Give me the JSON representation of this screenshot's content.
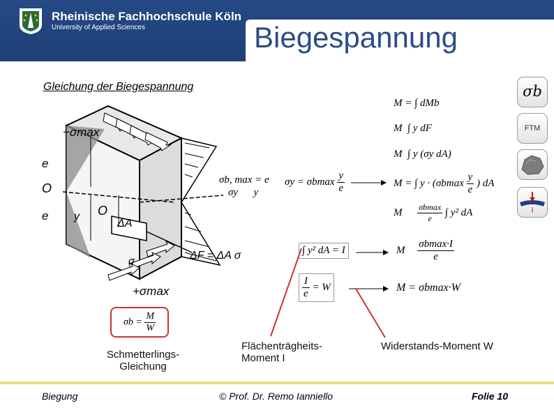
{
  "header": {
    "university": "Rheinische Fachhochschule Köln",
    "university_sub": "University of Applied Sciences",
    "title": "Biegespannung"
  },
  "section_heading": "Gleichung der Biegespannung",
  "side_nav": {
    "sigma_button": "σb",
    "ftm_button": "FTM"
  },
  "figure_labels": {
    "sigma_max_top": "−σmax",
    "sigma_max_bottom": "+σmax",
    "e_upper": "e",
    "O_left": "O",
    "e_lower": "e",
    "y_label": "y",
    "O_center": "O",
    "dA": "ΔA",
    "dF": "ΔF = ΔA σ",
    "sigma_small": "σ"
  },
  "equations": {
    "ratio_lhs": "σb, max = e",
    "ratio_rhs": "σy      y",
    "sigma_y": "σy = σbmax",
    "sigma_y_frac_n": "y",
    "sigma_y_frac_d": "e",
    "m1": "M = ∫ dMb",
    "m2": "M  ∫ y dF",
    "m3": "M  ∫ y (σy dA)",
    "m4_a": "M = ∫ y · (σbmax",
    "m4_frac_n": "y",
    "m4_frac_d": "e",
    "m4_b": ") dA",
    "m5_lhs": "M",
    "m5_frac_n": "σbmax",
    "m5_frac_d": "e",
    "m5_int": "∫ y² dA",
    "flaechen": "∫ y² dA = I",
    "m6_lhs": "M",
    "m6_frac_n": "σbmax·I",
    "m6_frac_d": "e",
    "w_frac_n": "I",
    "w_frac_d": "e",
    "w_eq": "= W",
    "m7": "M = σbmax·W",
    "schmetterling_lhs": "σb =",
    "schmetterling_n": "M",
    "schmetterling_d": "W"
  },
  "captions": {
    "schmetterling": "Schmetterlings-\nGleichung",
    "flaechen": "Flächenträgheits-\nMoment I",
    "widerstand": "Widerstands-Moment W"
  },
  "footer": {
    "left": "Biegung",
    "center": "© Prof. Dr. Remo Ianniello",
    "right": "Folie 10"
  },
  "colors": {
    "header_bg": "#254a86",
    "title": "#2a4d86",
    "highlight": "#cc3333",
    "footer_line": "#e8e07a"
  }
}
